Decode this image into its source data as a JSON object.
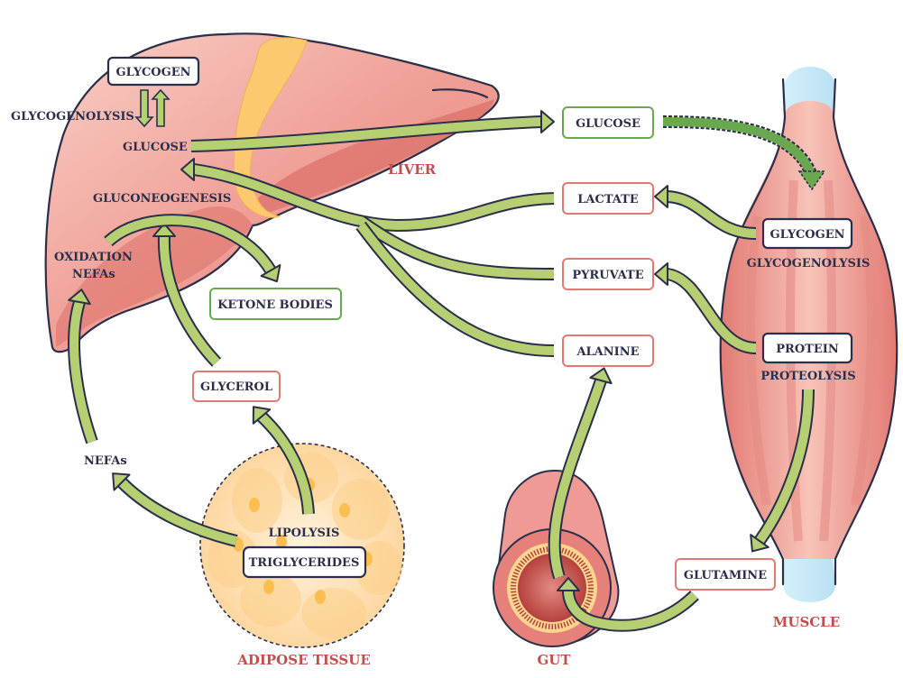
{
  "title": "Glucose metabolism between liver, muscle, adipose tissue and gut",
  "colors": {
    "text": "#2b2f4a",
    "organ_label": "#c0504d",
    "arrow": "#b5cf72",
    "arrow_dashed": "#6aa84f",
    "liver": "#e8837c",
    "muscle": "#e8837c",
    "adipose": "#fdd9a0",
    "tendon": "#c9e8f5",
    "box_green_border": "#6aa84f",
    "box_red_border": "#e07a74"
  },
  "organs": {
    "liver": "LIVER",
    "muscle": "MUSCLE",
    "adipose": "ADIPOSE TISSUE",
    "gut": "GUT"
  },
  "liver": {
    "glycogen": "GLYCOGEN",
    "glycogenolysis": "GLYCOGENOLYSIS",
    "glucose": "GLUCOSE",
    "gluconeogenesis": "GLUCONEOGENESIS",
    "oxidation_line1": "OXIDATION",
    "oxidation_line2": "NEFAs",
    "ketone_bodies": "KETONE BODIES"
  },
  "center": {
    "glucose": "GLUCOSE",
    "lactate": "LACTATE",
    "pyruvate": "PYRUVATE",
    "alanine": "ALANINE"
  },
  "muscle": {
    "glycogen": "GLYCOGEN",
    "glycogenolysis": "GLYCOGENOLYSIS",
    "protein": "PROTEIN",
    "proteolysis": "PROTEOLYSIS",
    "glutamine": "GLUTAMINE"
  },
  "adipose": {
    "glycerol": "GLYCEROL",
    "nefas": "NEFAs",
    "lipolysis": "LIPOLYSIS",
    "triglycerides": "TRIGLYCERIDES"
  }
}
